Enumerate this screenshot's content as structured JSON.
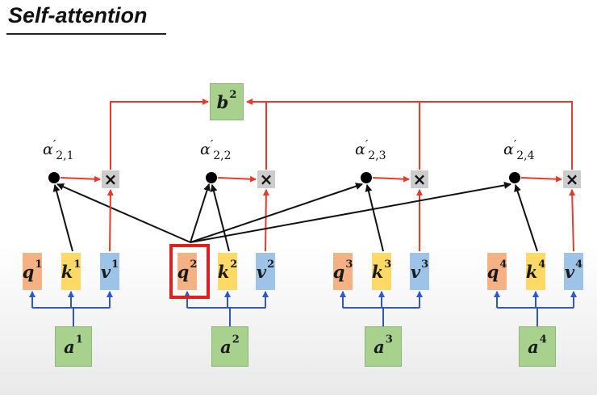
{
  "title": "Self-attention",
  "colors": {
    "query": "#f4b183",
    "key": "#ffd966",
    "value": "#9dc3e6",
    "input": "#a9d18e",
    "output": "#a9d18e",
    "red_arrows": "#e83a2a",
    "blue_arrows": "#2f57c9",
    "black_arrows": "#111111",
    "highlight": "#e02020"
  },
  "output": {
    "letter": "b",
    "sup": "2"
  },
  "groups": [
    {
      "q": "q",
      "k": "k",
      "v": "v",
      "a": "a",
      "sup": "1",
      "alpha_main": "α",
      "alpha_prime": "′",
      "alpha_sub": "2,1"
    },
    {
      "q": "q",
      "k": "k",
      "v": "v",
      "a": "a",
      "sup": "2",
      "alpha_main": "α",
      "alpha_prime": "′",
      "alpha_sub": "2,2"
    },
    {
      "q": "q",
      "k": "k",
      "v": "v",
      "a": "a",
      "sup": "3",
      "alpha_main": "α",
      "alpha_prime": "′",
      "alpha_sub": "2,3"
    },
    {
      "q": "q",
      "k": "k",
      "v": "v",
      "a": "a",
      "sup": "4",
      "alpha_main": "α",
      "alpha_prime": "′",
      "alpha_sub": "2,4"
    }
  ],
  "multiply_symbol": "×",
  "highlighted_query_index": 1
}
